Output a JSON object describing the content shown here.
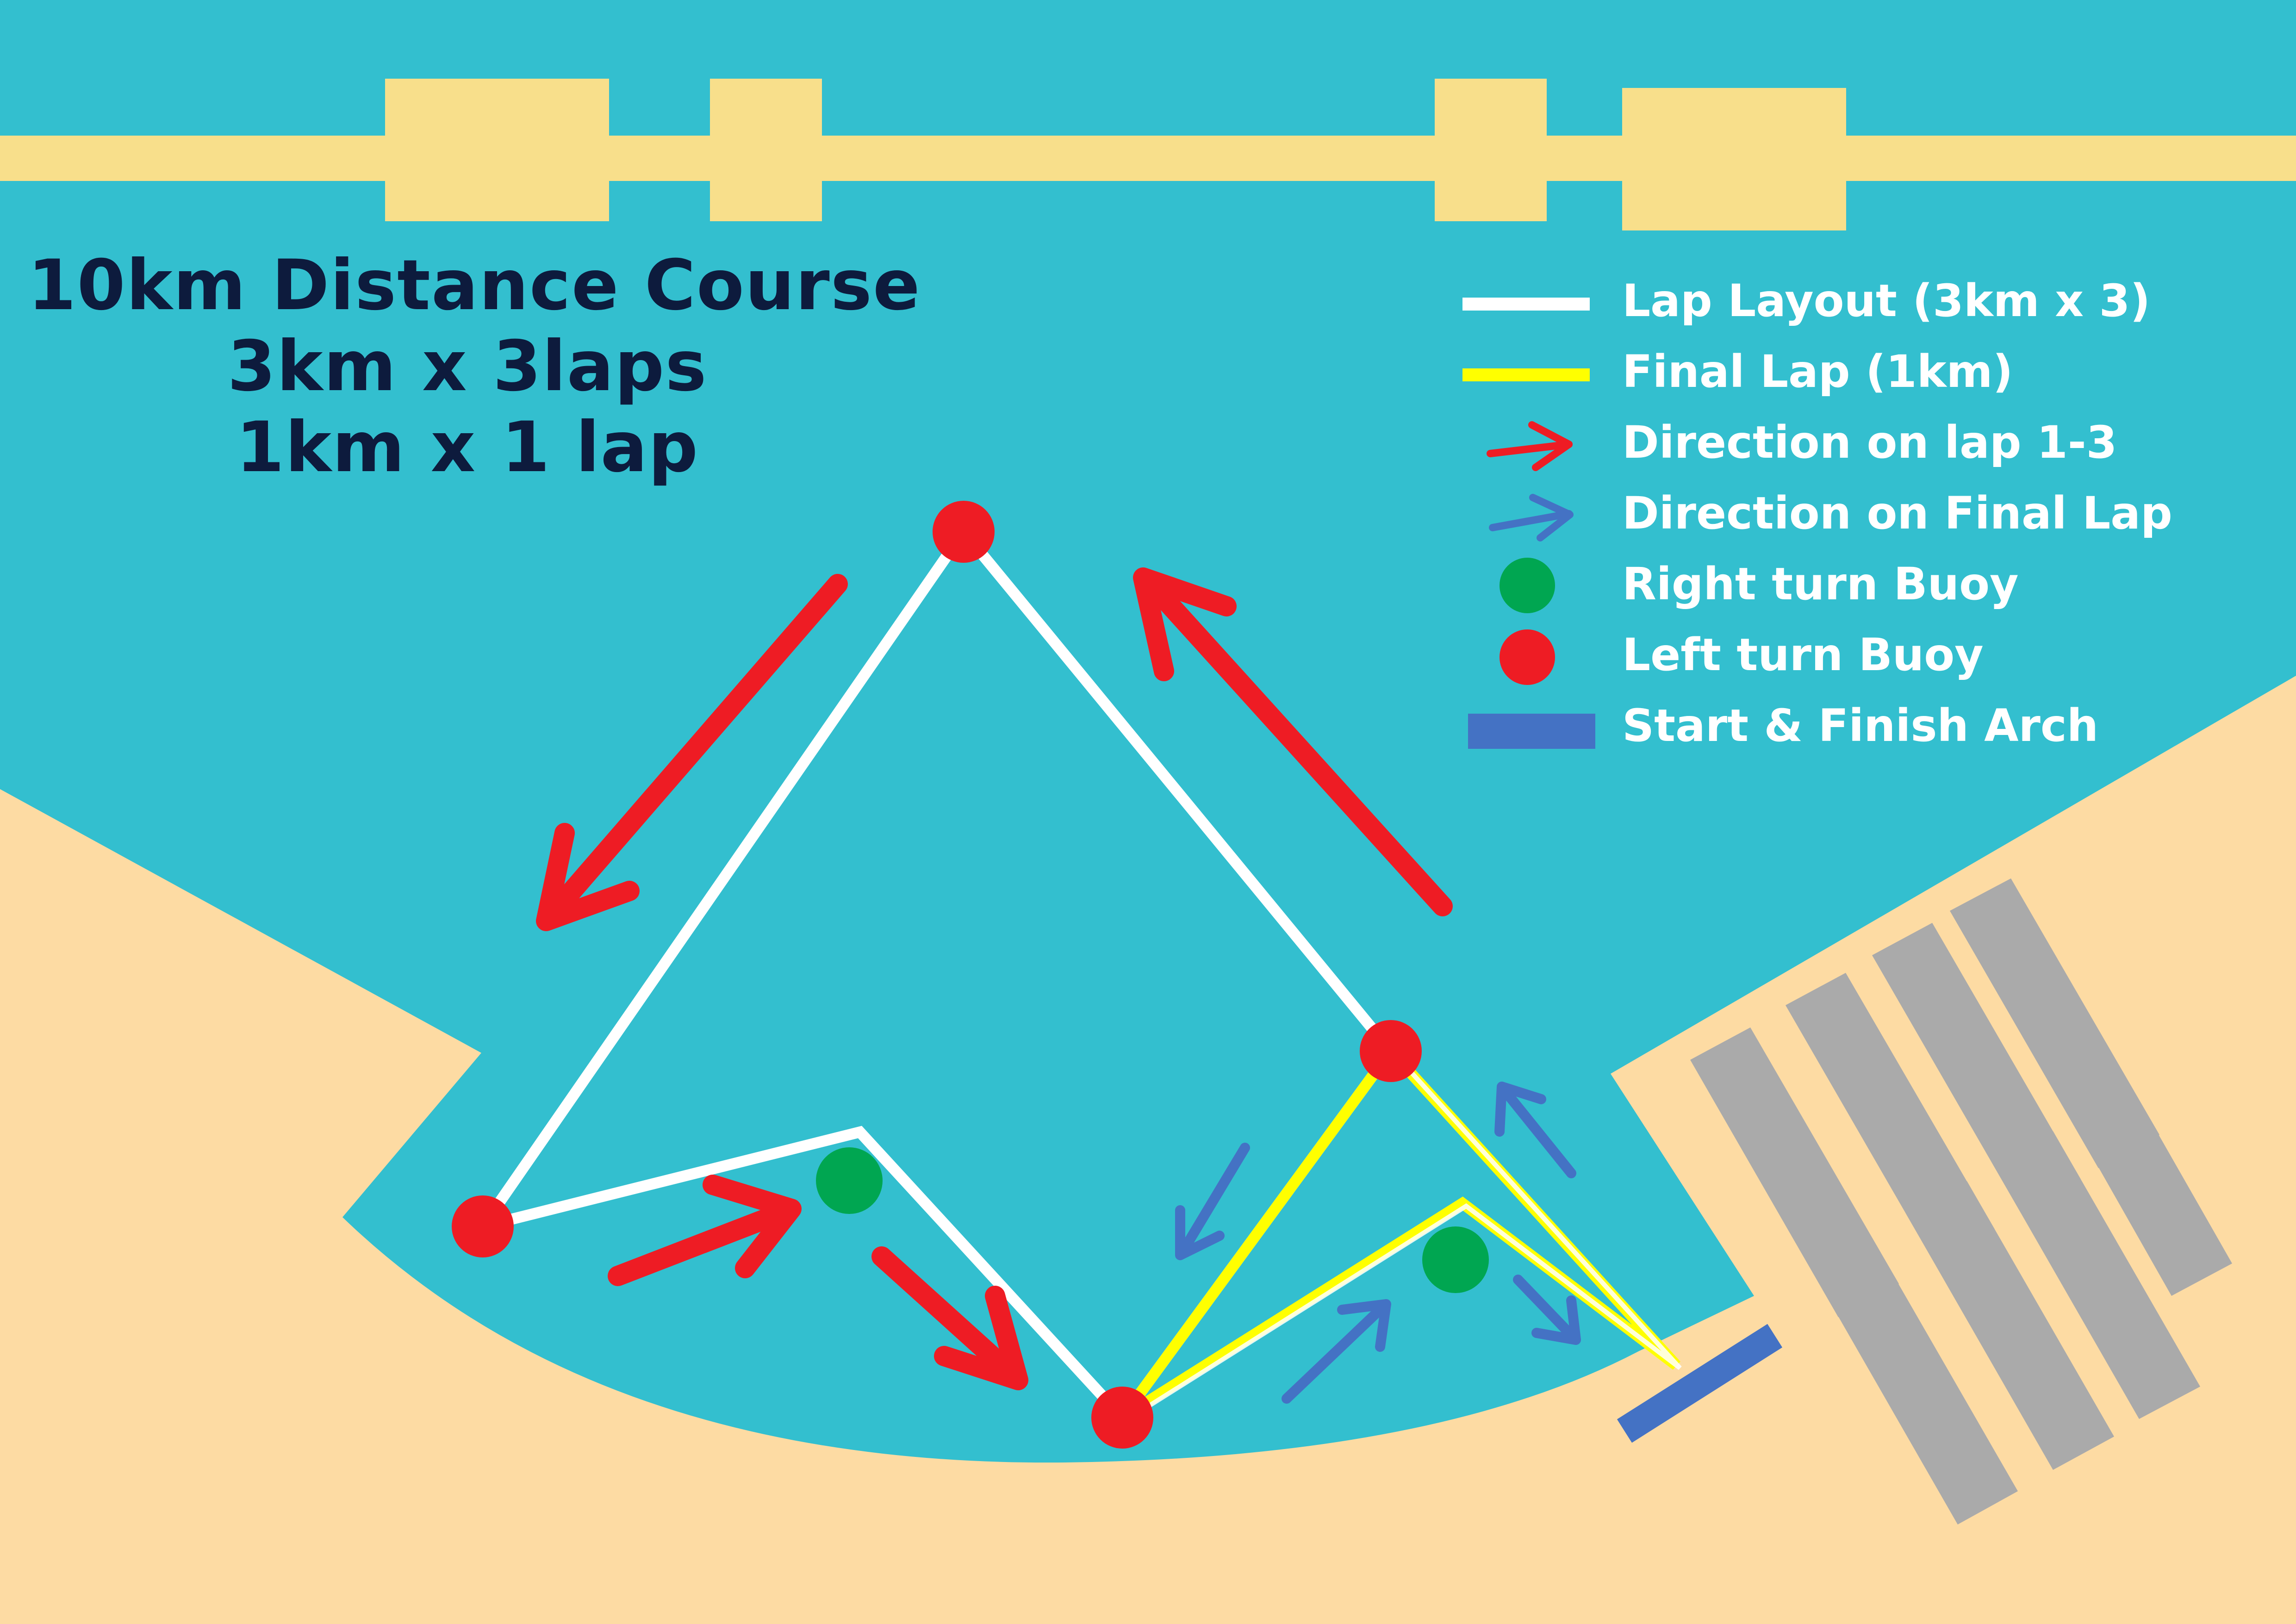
{
  "map": {
    "title_lines": [
      "10km Distance Course",
      "3km x 3laps",
      "1km x 1 lap"
    ],
    "colors": {
      "water": "#33bfcf",
      "sand": "#fddba3",
      "pier": "#f8df8b",
      "lap_route": "#ffffff",
      "final_route": "#ffff00",
      "lap_arrow": "#ee1c24",
      "final_arrow": "#4472c4",
      "left_buoy": "#ee1c24",
      "right_buoy": "#00a651",
      "arch": "#4472c4",
      "stands": "#aaaaaa",
      "title_text": "#0d1b3d"
    },
    "legend": [
      {
        "symbol": "white-line",
        "label": "Lap Layout (3km x 3)"
      },
      {
        "symbol": "yellow-line",
        "label": "Final Lap (1km)"
      },
      {
        "symbol": "red-arrow",
        "label": "Direction on lap 1-3"
      },
      {
        "symbol": "blue-arrow",
        "label": "Direction on Final Lap"
      },
      {
        "symbol": "green-dot",
        "label": "Right turn Buoy"
      },
      {
        "symbol": "red-dot",
        "label": "Left turn Buoy"
      },
      {
        "symbol": "blue-bar",
        "label": "Start & Finish Arch"
      }
    ]
  }
}
